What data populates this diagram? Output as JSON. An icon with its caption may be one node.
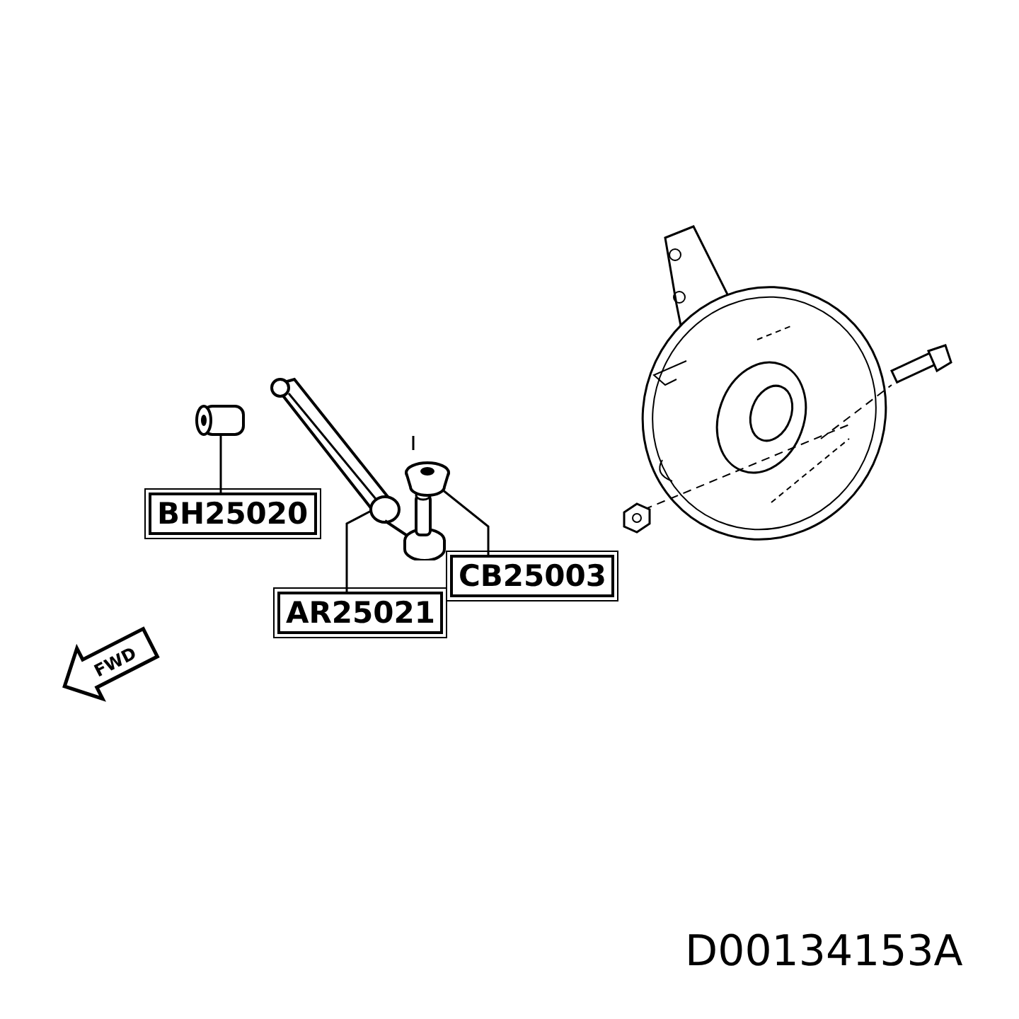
{
  "diagram": {
    "nodes": [
      {
        "text": [
          "BH25020"
        ]
      },
      {
        "text": [],
        "shape": "cylinder"
      },
      {
        "text": [
          "AR25021"
        ]
      },
      {
        "text": [],
        "shape": "picture"
      },
      {
        "text": [
          "CB25003"
        ]
      },
      {
        "text": [],
        "shape": "cylinder"
      }
    ],
    "edges": [
      {
        "from": 0,
        "to": 1,
        "arrow": "none"
      },
      {
        "from": 2,
        "to": 3,
        "arrow": "none"
      },
      {
        "from": 4,
        "to": 5,
        "arrow": "none"
      }
    ],
    "labels": [
      "FWD",
      "D00134153A"
    ]
  }
}
